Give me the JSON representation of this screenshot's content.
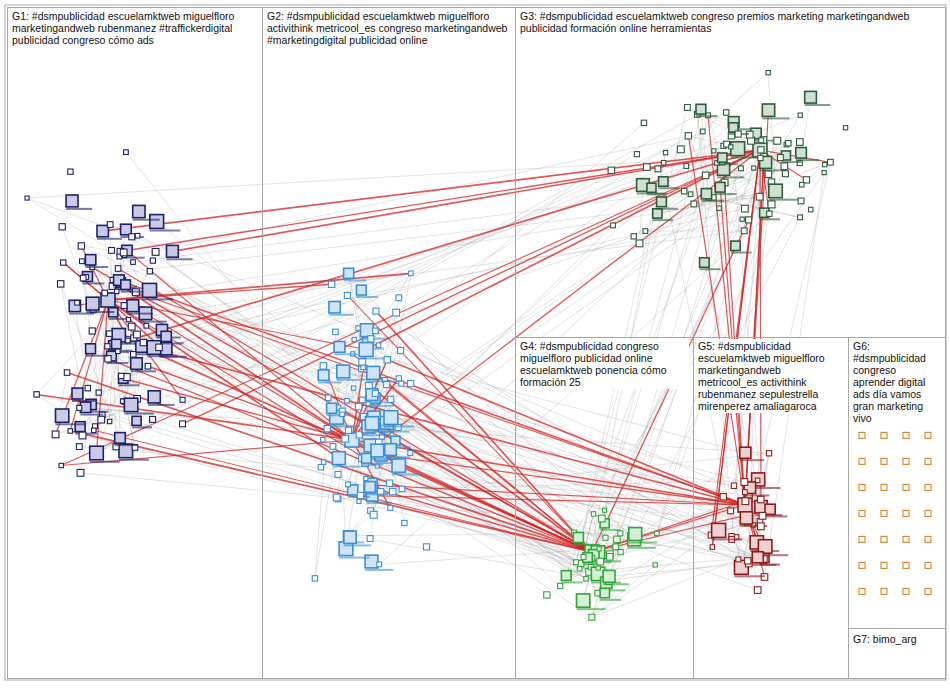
{
  "diagram": {
    "nodes": [
      {
        "text": [
          "G1: #dsmpublicidad escuelamktweb miguelfloro marketingandweb rubenmanez #traffickerdigital publicidad congreso cómo ads"
        ]
      },
      {
        "text": [
          "G2: #dsmpublicidad escuelamktweb miguelfloro activithink metricool_es congreso marketingandweb #marketingdigital publicidad online"
        ]
      },
      {
        "text": [
          "G3: #dsmpublicidad escuelamktweb congreso premios marketing marketingandweb publicidad formación online herramientas"
        ]
      },
      {
        "text": [
          "G4: #dsmpublicidad congreso miguelfloro publicidad online escuelamktweb ponencia cómo formación 25"
        ]
      },
      {
        "text": [
          "G5: #dsmpublicidad escuelamktweb miguelfloro marketingandweb metricool_es activithink rubenmanez sepulestrella mirenperez amaliagaroca"
        ]
      },
      {
        "text": [
          "G6: #dsmpublicidad congreso aprender digital ads día vamos gran marketing vivo"
        ]
      },
      {
        "text": [
          "G7: bimo_arg"
        ]
      }
    ]
  }
}
